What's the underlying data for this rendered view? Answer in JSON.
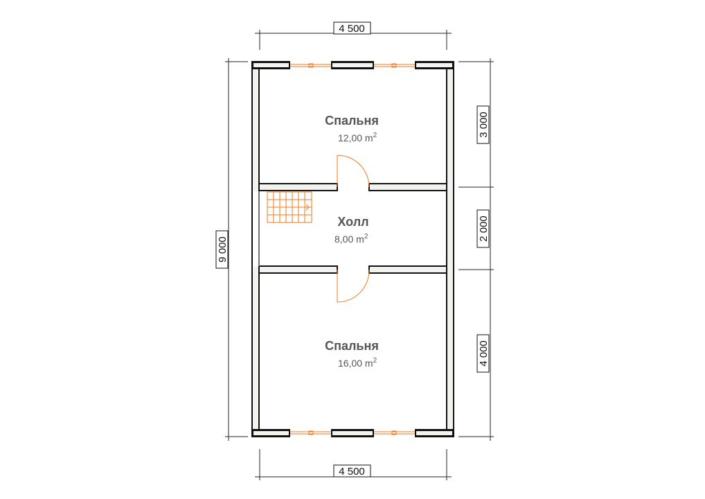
{
  "rooms": [
    {
      "name": "Спальня",
      "area": "12,00 m",
      "area_sup": "2"
    },
    {
      "name": "Холл",
      "area": "8,00 m",
      "area_sup": "2"
    },
    {
      "name": "Спальня",
      "area": "16,00 m",
      "area_sup": "2"
    }
  ],
  "dimensions": {
    "top_width": "4 500",
    "bottom_width": "4 500",
    "total_height": "9 000",
    "segments": [
      "3 000",
      "2 000",
      "4 000"
    ]
  },
  "colors": {
    "wall_fill": "#f2f2ee",
    "wall_stroke": "#111111",
    "accent": "#f07a1a",
    "dim_line": "#222222"
  }
}
